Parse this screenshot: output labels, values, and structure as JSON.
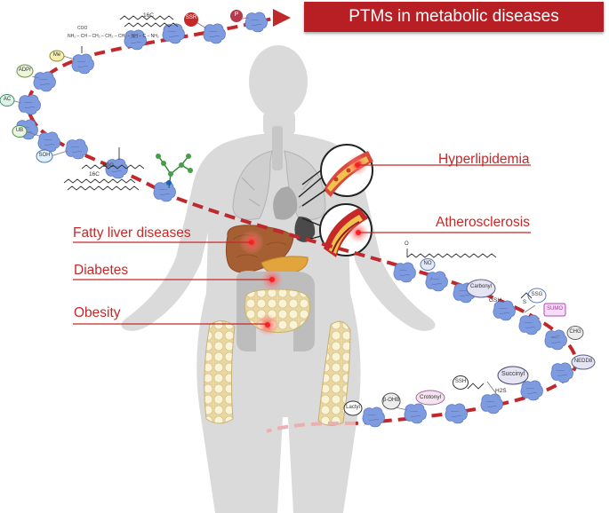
{
  "title": "PTMs in metabolic diseases",
  "diseases": {
    "hyperlipidemia": "Hyperlipidemia",
    "atherosclerosis": "Atherosclerosis",
    "fatty_liver": "Fatty liver diseases",
    "diabetes": "Diabetes",
    "obesity": "Obesity"
  },
  "modifications": {
    "ssr": "SSR",
    "p": "P",
    "me": "Me",
    "adpr": "ADPr",
    "ac": "AC",
    "ub": "UB",
    "soh": "SOH",
    "no": "NO",
    "carbonyl": "Carbonyl",
    "ssg": "SSG",
    "sumo": "SUMO",
    "gsh": "GSH",
    "chg": "CHG",
    "nedd8": "NEDD8",
    "succinyl": "Succinyl",
    "ssh": "SSH",
    "h2s": "H2S",
    "lactyl": "Lactyl",
    "bohb": "β-OHB",
    "crotonyl": "Crotonyl"
  },
  "chem": {
    "c16a": "16C",
    "c16b": "16C",
    "c20": "20C",
    "coo": "COO",
    "backbone": "NH₂ – CH – CH₂ – CH₂ – CH₂ – NH – C – NH₂",
    "s": "S",
    "o": "O"
  },
  "colors": {
    "banner": "#b71f24",
    "disease_text": "#c62828",
    "protein": "#7f9be0",
    "dashes": "#c0282c"
  }
}
